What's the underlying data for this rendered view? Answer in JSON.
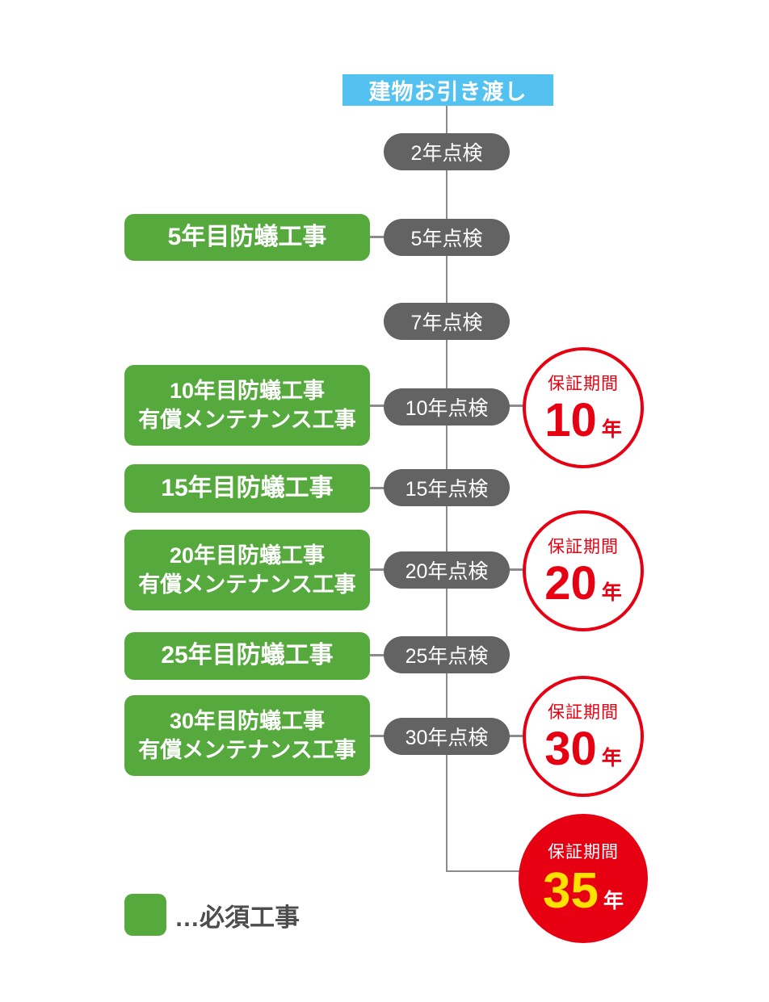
{
  "header": {
    "title": "建物お引き渡し"
  },
  "colors": {
    "header_blue": "#54c2f0",
    "work_green": "#55a93d",
    "checkpoint_gray": "#636363",
    "connector_gray": "#8c8c8c",
    "warranty_red": "#e60012",
    "warranty_35_number_yellow": "#ffe100",
    "legend_text_gray": "#4d4d4d"
  },
  "checkpoints": [
    {
      "label": "2年点検"
    },
    {
      "label": "5年点検"
    },
    {
      "label": "7年点検"
    },
    {
      "label": "10年点検"
    },
    {
      "label": "15年点検"
    },
    {
      "label": "20年点検"
    },
    {
      "label": "25年点検"
    },
    {
      "label": "30年点検"
    }
  ],
  "works": [
    {
      "line1": "5年目防蟻工事"
    },
    {
      "line1": "10年目防蟻工事",
      "line2": "有償メンテナンス工事"
    },
    {
      "line1": "15年目防蟻工事"
    },
    {
      "line1": "20年目防蟻工事",
      "line2": "有償メンテナンス工事"
    },
    {
      "line1": "25年目防蟻工事"
    },
    {
      "line1": "30年目防蟻工事",
      "line2": "有償メンテナンス工事"
    }
  ],
  "warranties": [
    {
      "title": "保証期間",
      "value": "10",
      "unit": "年"
    },
    {
      "title": "保証期間",
      "value": "20",
      "unit": "年"
    },
    {
      "title": "保証期間",
      "value": "30",
      "unit": "年"
    },
    {
      "title": "保証期間",
      "value": "35",
      "unit": "年"
    }
  ],
  "legend": {
    "label": "…必須工事"
  }
}
